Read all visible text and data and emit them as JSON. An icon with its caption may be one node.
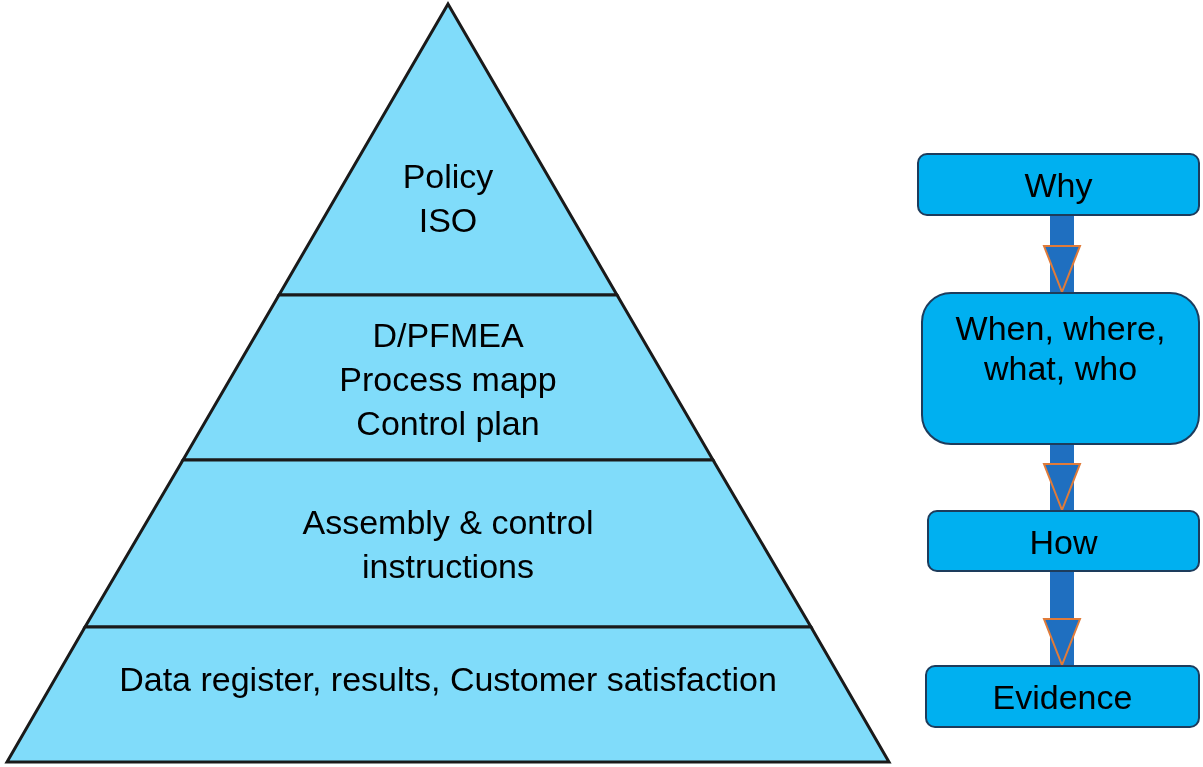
{
  "diagram": {
    "nodes": [
      {
        "text": [
          "Policy",
          "ISO"
        ]
      },
      {
        "text": [
          "D/PFMEA",
          "Process mapp",
          "Control plan"
        ]
      },
      {
        "text": [
          "Assembly & control instructions"
        ]
      },
      {
        "text": [
          "Data register, results, Customer satisfaction"
        ]
      },
      {
        "text": [
          "Why"
        ]
      },
      {
        "text": [
          "When, where, what, who"
        ]
      },
      {
        "text": [
          "How"
        ]
      },
      {
        "text": [
          "Evidence"
        ]
      }
    ],
    "edges": [
      {
        "from": 4,
        "to": 5,
        "arrow": "to"
      },
      {
        "from": 5,
        "to": 6,
        "arrow": "to"
      },
      {
        "from": 6,
        "to": 7,
        "arrow": "to"
      }
    ]
  }
}
